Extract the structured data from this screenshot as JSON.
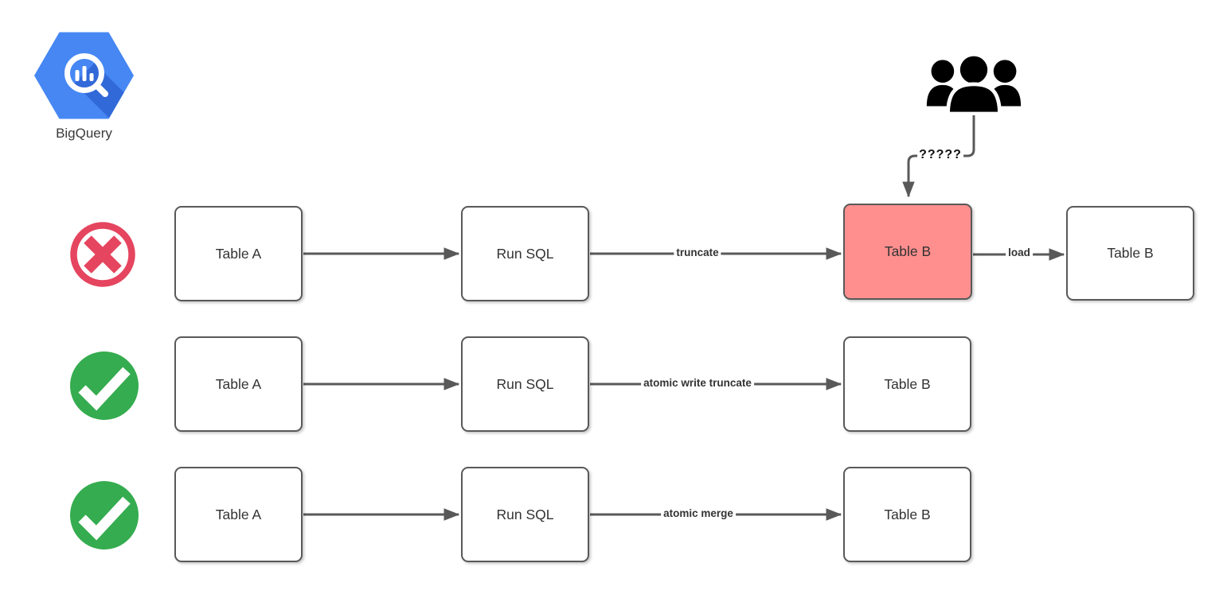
{
  "logo": {
    "icon": "bigquery-logo-icon",
    "label": "BigQuery"
  },
  "users": {
    "icon": "group-people-icon",
    "edge_label": "?????"
  },
  "colors": {
    "edge": "#595959",
    "node-border": "#595959",
    "node-fill": "#ffffff",
    "node-text": "#333333",
    "highlight-fill": "#FF8F8F",
    "reject": "#E5455F",
    "approve": "#35AC4F",
    "icon-black": "#000000",
    "logo-blue": "#4687F4",
    "logo-blue-dark": "#3269D8"
  },
  "rows": [
    {
      "status": "not-allowed",
      "status_icon": "cross-circle-icon",
      "nodes": [
        {
          "label": "Table A"
        },
        {
          "label": "Run SQL"
        },
        {
          "label": "Table B",
          "highlighted": true
        },
        {
          "label": "Table B"
        }
      ],
      "edges": [
        {
          "label": ""
        },
        {
          "label": "truncate"
        },
        {
          "label": "load"
        }
      ]
    },
    {
      "status": "allowed",
      "status_icon": "check-circle-icon",
      "nodes": [
        {
          "label": "Table A"
        },
        {
          "label": "Run SQL"
        },
        {
          "label": "Table B"
        }
      ],
      "edges": [
        {
          "label": ""
        },
        {
          "label": "atomic write truncate"
        }
      ]
    },
    {
      "status": "allowed",
      "status_icon": "check-circle-icon",
      "nodes": [
        {
          "label": "Table A"
        },
        {
          "label": "Run SQL"
        },
        {
          "label": "Table B"
        }
      ],
      "edges": [
        {
          "label": ""
        },
        {
          "label": "atomic merge"
        }
      ]
    }
  ]
}
